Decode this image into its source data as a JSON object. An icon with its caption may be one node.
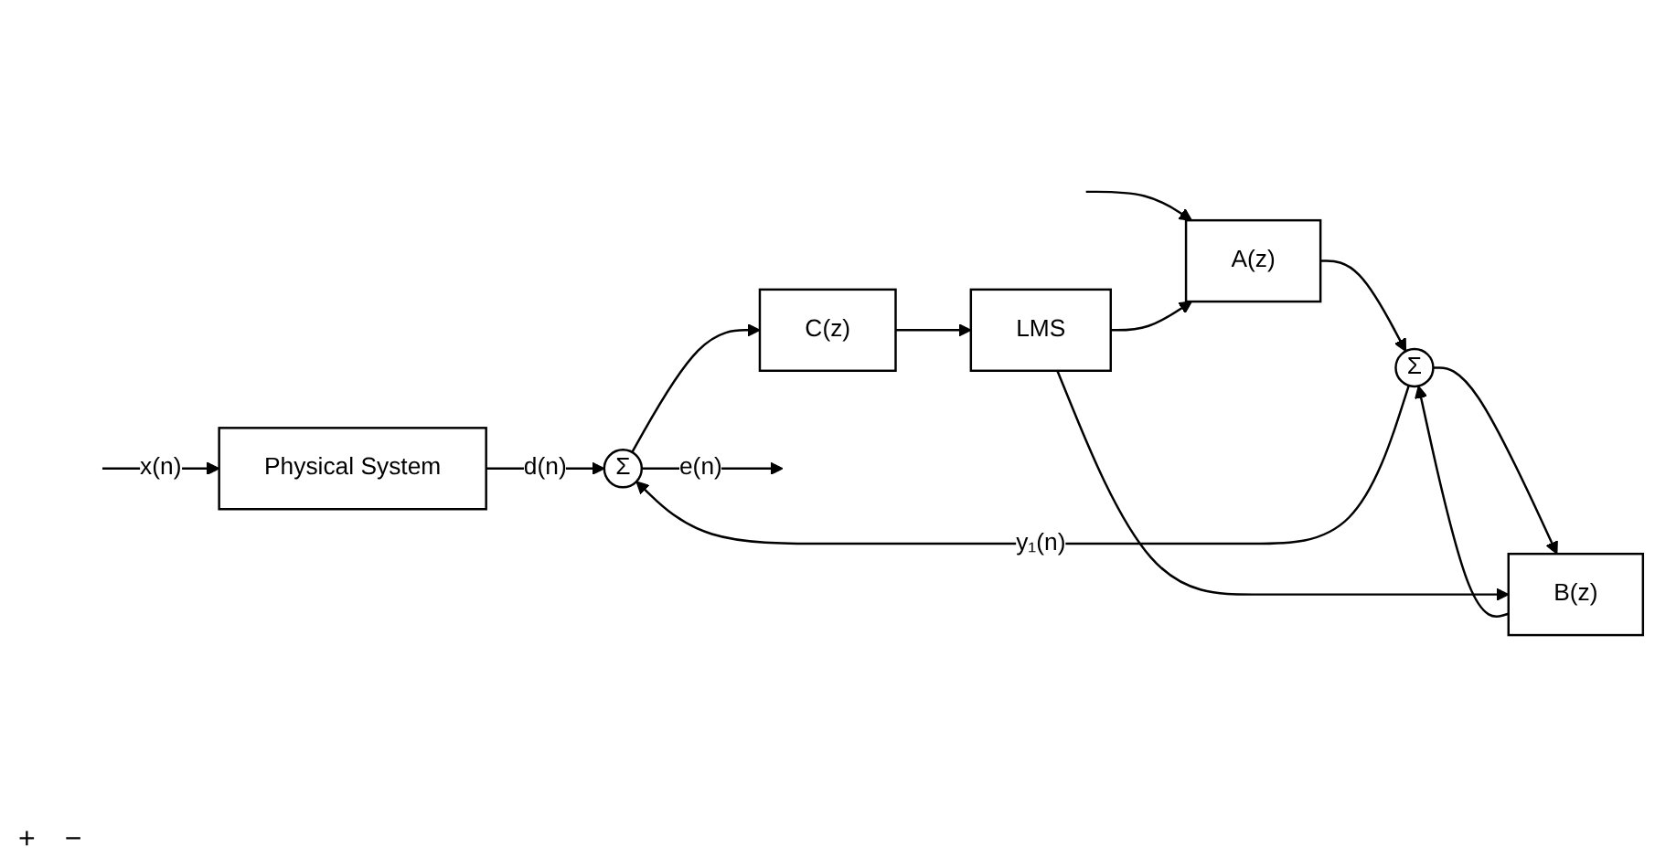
{
  "diagram": {
    "nodes": [
      {
        "text": [
          "Physical System"
        ]
      },
      {
        "text": [
          "A(z)"
        ]
      },
      {
        "text": [
          "Σ"
        ]
      },
      {
        "text": [
          "Σ"
        ]
      },
      {
        "text": [
          "B(z)"
        ]
      },
      {
        "text": [
          "C(z)"
        ]
      },
      {
        "text": [
          "LMS"
        ]
      }
    ],
    "edges": [
      {
        "from": null,
        "to": 0,
        "arrow": "to",
        "label": "x(n)"
      },
      {
        "from": null,
        "to": 1,
        "arrow": "to"
      },
      {
        "from": 0,
        "to": 3,
        "arrow": "to",
        "label": "d(n)"
      },
      {
        "from": 1,
        "to": 2,
        "arrow": "to"
      },
      {
        "from": 2,
        "to": 3,
        "arrow": "to",
        "label": "y₁(n)"
      },
      {
        "from": 2,
        "to": 4,
        "arrow": "to"
      },
      {
        "from": 4,
        "to": 2,
        "arrow": "to"
      },
      {
        "from": 3,
        "to": null,
        "arrow": "to",
        "label": "e(n)"
      },
      {
        "from": 3,
        "to": 5,
        "arrow": "to"
      },
      {
        "from": 5,
        "to": 6,
        "arrow": "to"
      },
      {
        "from": 6,
        "to": 1,
        "arrow": "to"
      },
      {
        "from": 6,
        "to": 4,
        "arrow": "to"
      }
    ],
    "labels": [
      "+",
      "−"
    ]
  }
}
